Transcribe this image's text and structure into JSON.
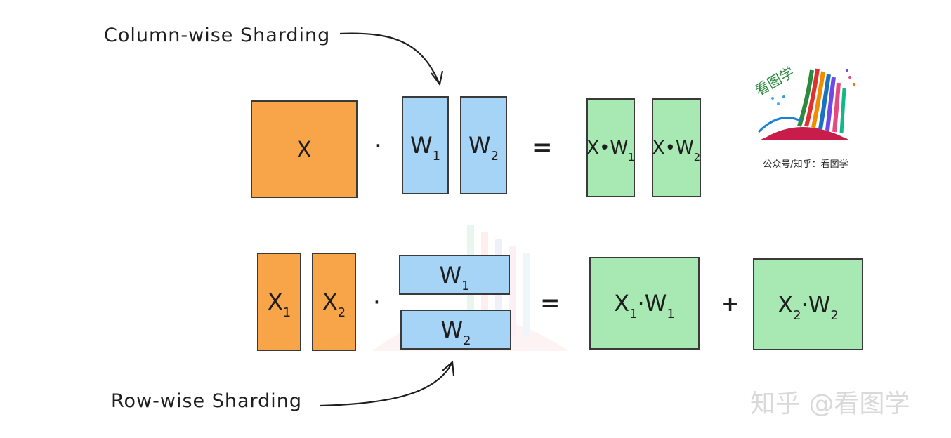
{
  "annotations": {
    "column_label": "Column-wise Sharding",
    "row_label": "Row-wise Sharding"
  },
  "column_row": {
    "x": "X",
    "dot": "·",
    "w1_base": "W",
    "w1_sub": "1",
    "w2_base": "W",
    "w2_sub": "2",
    "equals": "=",
    "res1_x": "X",
    "res1_dot": "•",
    "res1_w": "W",
    "res1_sub": "1",
    "res2_x": "X",
    "res2_dot": "•",
    "res2_w": "W",
    "res2_sub": "2"
  },
  "row_row": {
    "x1_base": "X",
    "x1_sub": "1",
    "x2_base": "X",
    "x2_sub": "2",
    "dot": "·",
    "w1_base": "W",
    "w1_sub": "1",
    "w2_base": "W",
    "w2_sub": "2",
    "equals": "=",
    "res1_x": "X",
    "res1_xsub": "1",
    "res1_dot": "·",
    "res1_w": "W",
    "res1_wsub": "1",
    "plus": "+",
    "res2_x": "X",
    "res2_xsub": "2",
    "res2_dot": "·",
    "res2_w": "W",
    "res2_wsub": "2"
  },
  "logo": {
    "glyphs": "看图学",
    "caption": "公众号/知乎：看图学"
  },
  "watermark": "知乎 @看图学",
  "colors": {
    "orange": "#f8a54a",
    "blue": "#a6d4f6",
    "green": "#a8e8b3",
    "stroke": "#3a3a3a"
  }
}
